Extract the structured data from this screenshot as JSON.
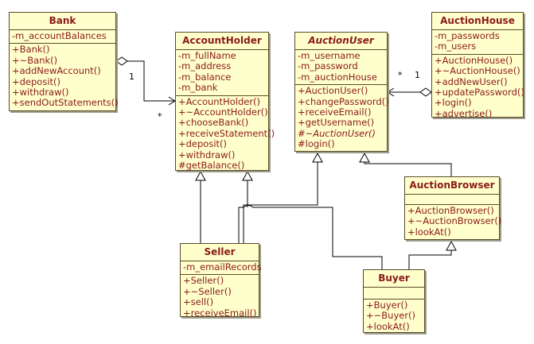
{
  "classes": {
    "bank": {
      "name": "Bank",
      "attributes": [
        "-m_accountBalances"
      ],
      "operations": [
        "+Bank()",
        "+~Bank()",
        "+addNewAccount()",
        "+deposit()",
        "+withdraw()",
        "+sendOutStatements()"
      ]
    },
    "account_holder": {
      "name": "AccountHolder",
      "attributes": [
        "-m_fullName",
        "-m_address",
        "-m_balance",
        "-m_bank"
      ],
      "operations": [
        "+AccountHolder()",
        "+~AccountHolder()",
        "+chooseBank()",
        "+receiveStatement()",
        "+deposit()",
        "+withdraw()",
        "#getBalance()"
      ]
    },
    "auction_user": {
      "name": "AuctionUser",
      "attributes": [
        "-m_username",
        "-m_password",
        "-m_auctionHouse"
      ],
      "operations": [
        "+AuctionUser()",
        "+changePassword()",
        "+receiveEmail()",
        "+getUsername()",
        "#~AuctionUser()",
        "#login()"
      ]
    },
    "auction_house": {
      "name": "AuctionHouse",
      "attributes": [
        "-m_passwords",
        "-m_users"
      ],
      "operations": [
        "+AuctionHouse()",
        "+~AuctionHouse()",
        "+addNewUser()",
        "+updatePassword()",
        "+login()",
        "+advertise()"
      ]
    },
    "auction_browser": {
      "name": "AuctionBrowser",
      "attributes": [],
      "operations": [
        "+AuctionBrowser()",
        "+~AuctionBrowser()",
        "+lookAt()"
      ]
    },
    "seller": {
      "name": "Seller",
      "attributes": [
        "-m_emailRecords"
      ],
      "operations": [
        "+Seller()",
        "+~Seller()",
        "+sell()",
        "+receiveEmail()"
      ]
    },
    "buyer": {
      "name": "Buyer",
      "attributes": [],
      "operations": [
        "+Buyer()",
        "+~Buyer()",
        "+lookAt()"
      ]
    }
  },
  "multiplicities": {
    "bank_end": "1",
    "account_holder_end": "*",
    "auction_user_end": "*",
    "auction_house_end": "1"
  },
  "colors": {
    "class_fill": "#ffffcc",
    "text": "#8b1a1a",
    "border": "#5a4a2a"
  }
}
